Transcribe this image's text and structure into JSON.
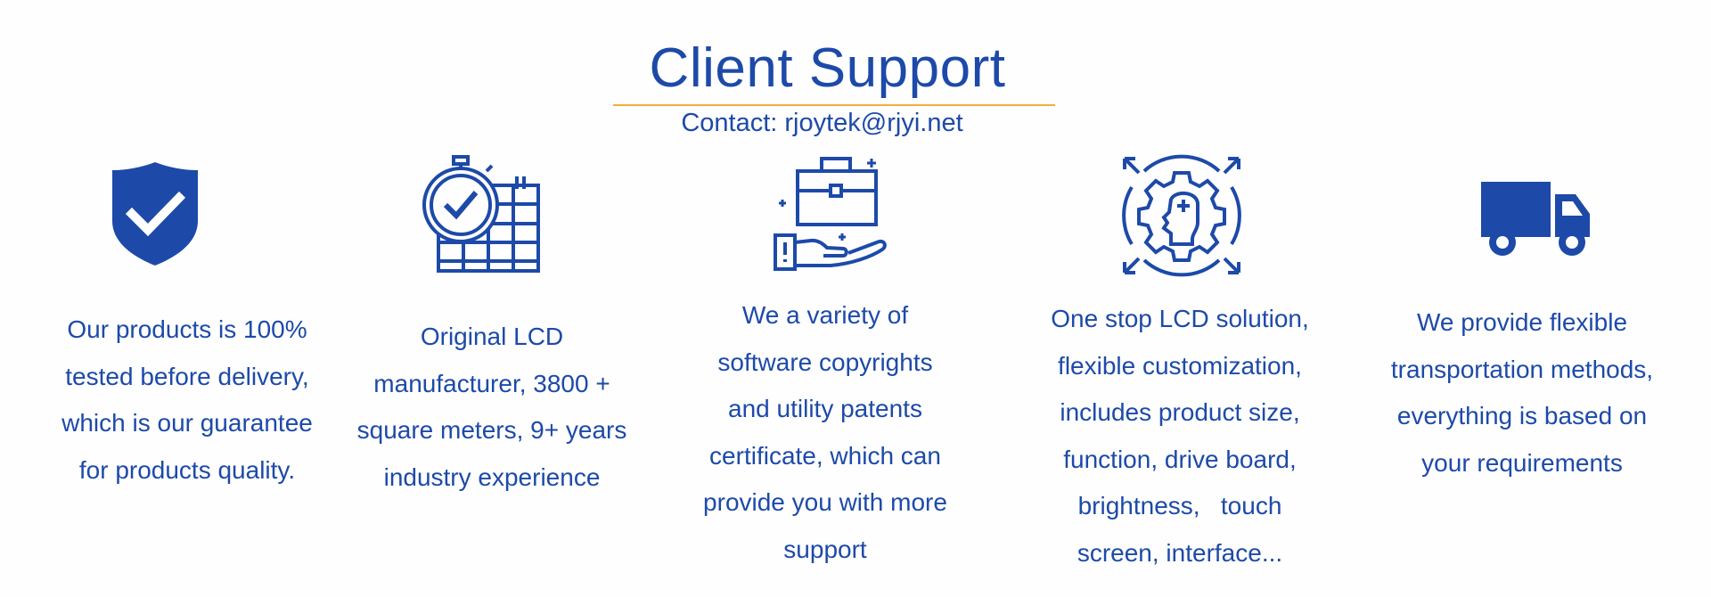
{
  "header": {
    "title": "Client Support",
    "contact": "Contact: rjoytek@rjyi.net"
  },
  "colors": {
    "brand_blue": "#1d4aa8",
    "underline_orange": "#f2ad3c",
    "background": "#fefeff"
  },
  "features": [
    {
      "icon": "shield-check-icon",
      "lines": [
        "Our products is 100%",
        "tested before delivery,",
        "which is our guarantee",
        "for products quality."
      ]
    },
    {
      "icon": "stopwatch-calendar-icon",
      "lines": [
        "Original LCD",
        "manufacturer, 3800 +",
        "square meters, 9+ years",
        "industry experience"
      ]
    },
    {
      "icon": "hand-briefcase-icon",
      "lines": [
        "We a variety of",
        "software copyrights",
        "and utility patents",
        "certificate, which can",
        "provide you with more",
        "support"
      ]
    },
    {
      "icon": "gear-head-icon",
      "lines": [
        "One stop LCD solution,",
        "flexible customization,",
        "includes product size,",
        "function, drive board,",
        "brightness,   touch",
        "screen, interface..."
      ]
    },
    {
      "icon": "delivery-truck-icon",
      "lines": [
        "We provide flexible",
        "transportation methods,",
        "everything is based on",
        "your requirements"
      ]
    }
  ]
}
